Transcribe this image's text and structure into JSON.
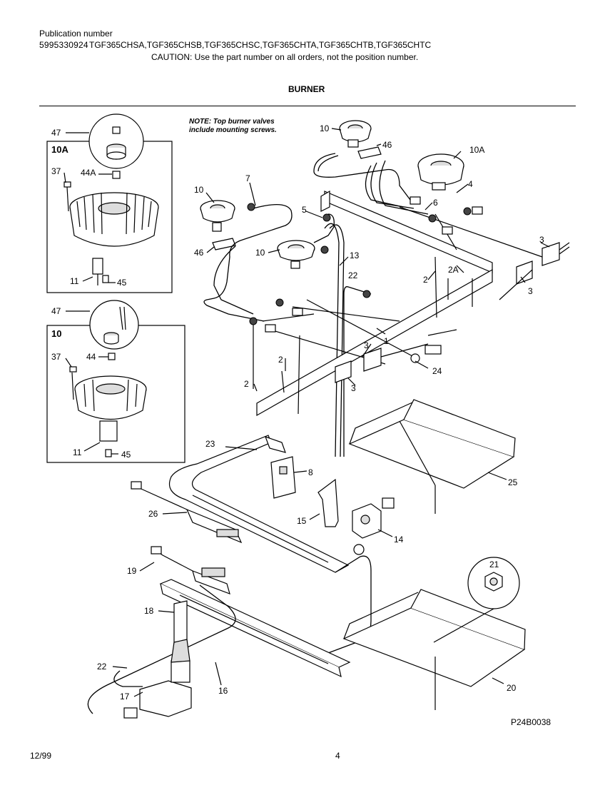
{
  "header": {
    "publication_label": "Publication number",
    "publication_number": "5995330924",
    "models": "TGF365CHSA,TGF365CHSB,TGF365CHSC,TGF365CHTA,TGF365CHTB,TGF365CHTC",
    "caution": "CAUTION:  Use the part number on all orders, not the position number.",
    "section_title": "BURNER"
  },
  "note": "NOTE: Top burner valves\ninclude mounting screws.",
  "insets": {
    "top_title": "10A",
    "bottom_title": "10"
  },
  "callouts": {
    "c47a": "47",
    "c37a": "37",
    "c44A": "44A",
    "c11a": "11",
    "c45a": "45",
    "c47b": "47",
    "c37b": "37",
    "c44": "44",
    "c11b": "11",
    "c45b": "45",
    "c10a": "10",
    "c46a": "46",
    "c10Aa": "10A",
    "c7": "7",
    "c10b": "10",
    "c46b": "46",
    "c5": "5",
    "c10c": "10",
    "c13": "13",
    "c4": "4",
    "c6": "6",
    "c3a": "3",
    "c3b": "3",
    "c2a": "2",
    "c2Aa": "2A",
    "c22a": "22",
    "c1": "1",
    "c3c": "3",
    "c3d": "3",
    "c2b": "2",
    "c2c": "2",
    "c24": "24",
    "c23": "23",
    "c8": "8",
    "c25": "25",
    "c26": "26",
    "c15": "15",
    "c14": "14",
    "c19": "19",
    "c21": "21",
    "c18": "18",
    "c22b": "22",
    "c17": "17",
    "c16": "16",
    "c20": "20"
  },
  "footer": {
    "drawing_id": "P24B0038",
    "date": "12/99",
    "page": "4"
  }
}
